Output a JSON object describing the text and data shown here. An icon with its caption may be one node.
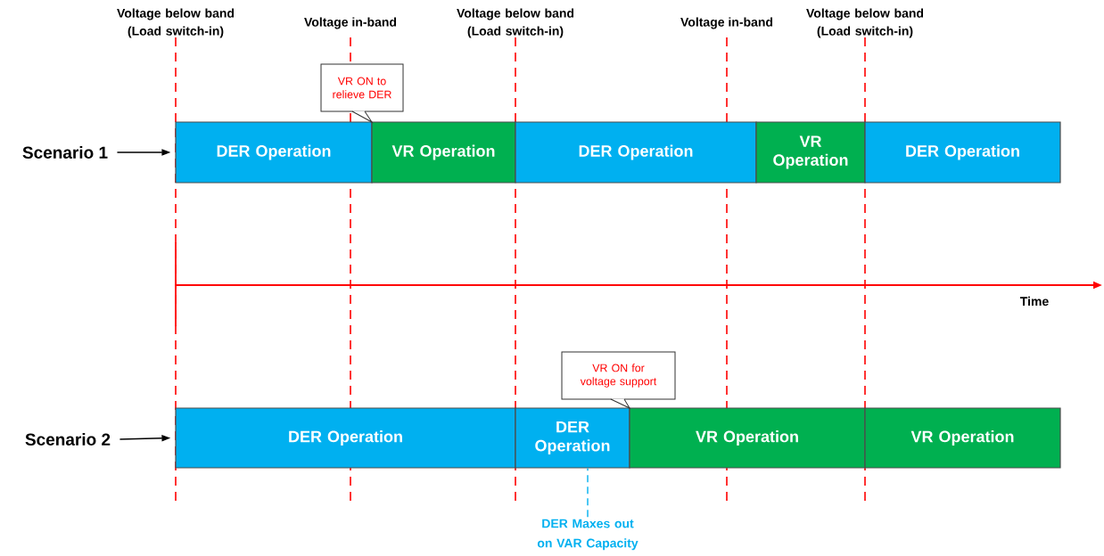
{
  "diagram": {
    "nodes": [
      {
        "text": [
          "Scenario 1"
        ]
      },
      {
        "text": [
          "DER Operation"
        ]
      },
      {
        "text": [
          "VR Operation"
        ]
      },
      {
        "text": [
          "DER Operation"
        ]
      },
      {
        "text": [
          "VR Operation"
        ]
      },
      {
        "text": [
          "DER Operation"
        ]
      },
      {
        "text": [
          "Scenario 2"
        ]
      },
      {
        "text": [
          "DER Operation"
        ]
      },
      {
        "text": [
          "DER Operation"
        ]
      },
      {
        "text": [
          "VR Operation"
        ]
      },
      {
        "text": [
          "VR Operation"
        ]
      },
      {
        "text": [
          "VR ON to relieve DER"
        ]
      },
      {
        "text": [
          "VR ON for voltage support"
        ]
      },
      {
        "text": [
          "DER Maxes out on VAR Capacity"
        ]
      }
    ],
    "edges": [
      {
        "from": 0,
        "to": 1,
        "arrow": "to"
      },
      {
        "from": 6,
        "to": 7,
        "arrow": "to"
      },
      {
        "from": 13,
        "to": 8,
        "arrow": "none",
        "style": "dashed",
        "color": "#00b0f0"
      }
    ],
    "labels": [
      "Voltage below band (Load switch-in)",
      "Voltage in-band",
      "Voltage below band (Load switch-in)",
      "Voltage in-band",
      "Voltage below band (Load switch-in)",
      "Time"
    ]
  }
}
